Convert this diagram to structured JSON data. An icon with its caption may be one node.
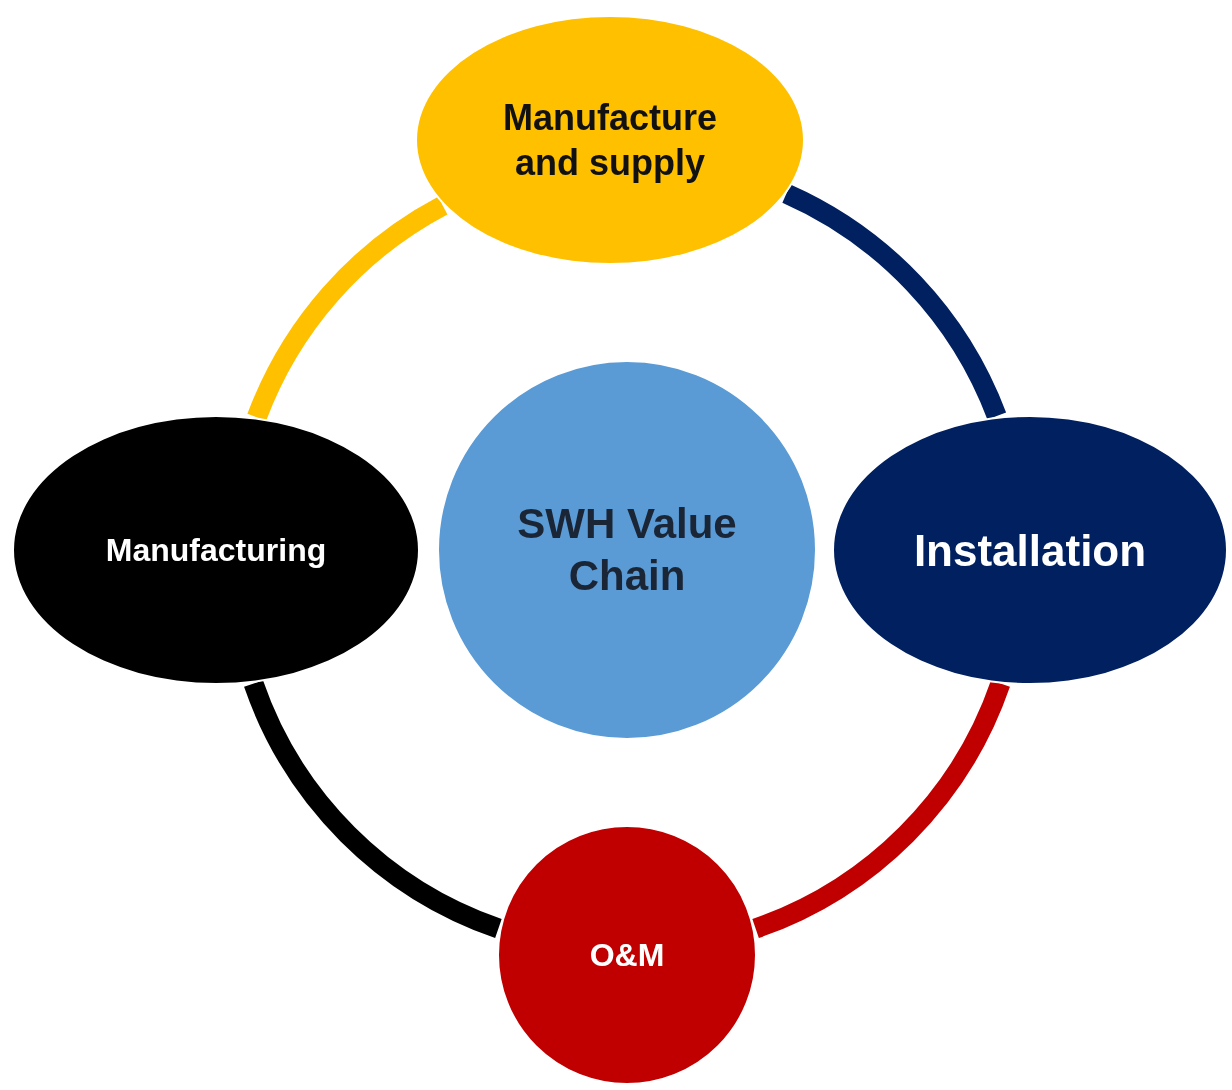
{
  "diagram": {
    "nodes": [
      {
        "text": [
          "Manufacture and supply"
        ]
      },
      {
        "text": [
          "Manufacturing"
        ]
      },
      {
        "text": [
          "SWH Value Chain"
        ]
      },
      {
        "text": [
          "Installation"
        ]
      },
      {
        "text": [
          "O&M"
        ]
      }
    ],
    "edges": [
      {
        "from": 1,
        "to": 0,
        "arrow": "none",
        "color": "#ffc000"
      },
      {
        "from": 0,
        "to": 3,
        "arrow": "none",
        "color": "#002060"
      },
      {
        "from": 3,
        "to": 4,
        "arrow": "none",
        "color": "#c00000"
      },
      {
        "from": 4,
        "to": 1,
        "arrow": "none",
        "color": "#000000"
      }
    ]
  }
}
